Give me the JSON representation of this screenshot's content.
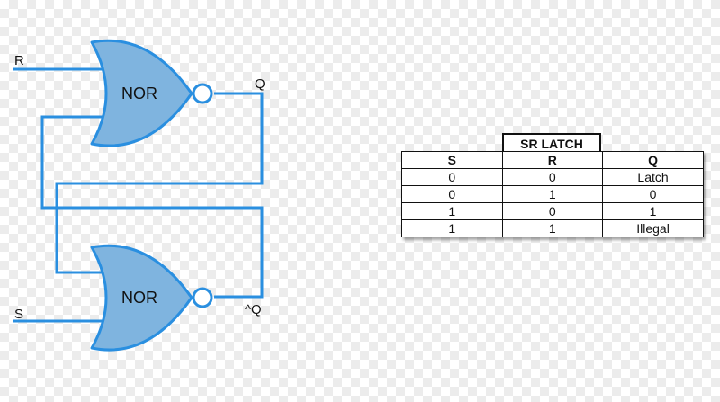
{
  "circuit": {
    "input_r": "R",
    "input_s": "S",
    "output_q": "Q",
    "output_q_not": "^Q",
    "gate_top": "NOR",
    "gate_bottom": "NOR",
    "wire_color": "#2a8fe0",
    "gate_fill": "#7fb4df"
  },
  "truth_table": {
    "title": "SR LATCH",
    "headers": [
      "S",
      "R",
      "Q"
    ],
    "rows": [
      [
        "0",
        "0",
        "Latch"
      ],
      [
        "0",
        "1",
        "0"
      ],
      [
        "1",
        "0",
        "1"
      ],
      [
        "1",
        "1",
        "Illegal"
      ]
    ]
  }
}
